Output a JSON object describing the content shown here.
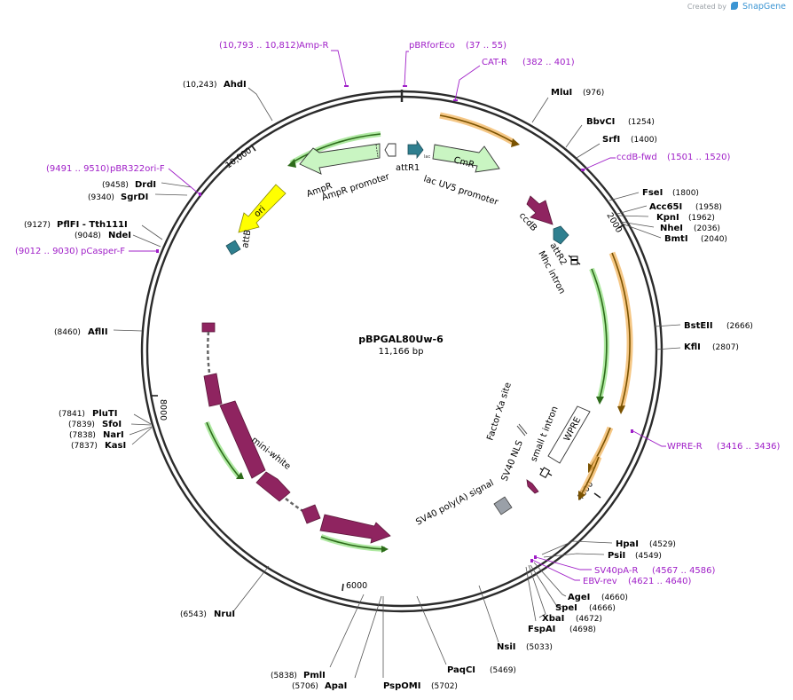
{
  "credit": {
    "created_by": "Created by",
    "brand": "SnapGene",
    "icon": "snapgene-logo-icon"
  },
  "plasmid": {
    "name": "pBPGAL80Uw-6",
    "length_label": "11,166 bp",
    "length": 11166
  },
  "colors": {
    "primer": "#a020c8",
    "backbone": "#2b2b2b",
    "magenta_feature": "#8f2460",
    "teal_feature": "#2f7f8f",
    "ori": "#ffff00",
    "orange_glow": "#f2b45c",
    "green_glow": "#8de07a"
  },
  "ticks": [
    {
      "label": "2000",
      "bp": 2000
    },
    {
      "label": "4000",
      "bp": 4000
    },
    {
      "label": "6000",
      "bp": 6000
    },
    {
      "label": "8000",
      "bp": 8000
    },
    {
      "label": "10,000",
      "bp": 10000
    }
  ],
  "sites": [
    {
      "name": "AhdI",
      "pos": "(10,243)"
    },
    {
      "name": "MluI",
      "pos": "(976)"
    },
    {
      "name": "BbvCI",
      "pos": "(1254)"
    },
    {
      "name": "SrfI",
      "pos": "(1400)"
    },
    {
      "name": "FseI",
      "pos": "(1800)"
    },
    {
      "name": "Acc65I",
      "pos": "(1958)"
    },
    {
      "name": "KpnI",
      "pos": "(1962)"
    },
    {
      "name": "NheI",
      "pos": "(2036)"
    },
    {
      "name": "BmtI",
      "pos": "(2040)"
    },
    {
      "name": "BstEII",
      "pos": "(2666)"
    },
    {
      "name": "KflI",
      "pos": "(2807)"
    },
    {
      "name": "HpaI",
      "pos": "(4529)"
    },
    {
      "name": "PsiI",
      "pos": "(4549)"
    },
    {
      "name": "AgeI",
      "pos": "(4660)"
    },
    {
      "name": "SpeI",
      "pos": "(4666)"
    },
    {
      "name": "XbaI",
      "pos": "(4672)"
    },
    {
      "name": "FspAI",
      "pos": "(4698)"
    },
    {
      "name": "NsiI",
      "pos": "(5033)"
    },
    {
      "name": "PaqCI",
      "pos": "(5469)"
    },
    {
      "name": "PspOMI",
      "pos": "(5702)"
    },
    {
      "name": "ApaI",
      "pos": "(5706)"
    },
    {
      "name": "PmlI",
      "pos": "(5838)"
    },
    {
      "name": "NruI",
      "pos": "(6543)"
    },
    {
      "name": "KasI",
      "pos": "(7837)"
    },
    {
      "name": "NarI",
      "pos": "(7838)"
    },
    {
      "name": "SfoI",
      "pos": "(7839)"
    },
    {
      "name": "PluTI",
      "pos": "(7841)"
    },
    {
      "name": "AflII",
      "pos": "(8460)"
    },
    {
      "name": "NdeI",
      "pos": "(9048)"
    },
    {
      "name": "PflFI - Tth111I",
      "pos": "(9127)"
    },
    {
      "name": "SgrDI",
      "pos": "(9340)"
    },
    {
      "name": "DrdI",
      "pos": "(9458)"
    }
  ],
  "primers": [
    {
      "name": "Amp-R",
      "range": "(10,793 .. 10,812)"
    },
    {
      "name": "pBRforEco",
      "range": "(37 .. 55)"
    },
    {
      "name": "CAT-R",
      "range": "(382 .. 401)"
    },
    {
      "name": "ccdB-fwd",
      "range": "(1501 .. 1520)"
    },
    {
      "name": "WPRE-R",
      "range": "(3416 .. 3436)"
    },
    {
      "name": "SV40pA-R",
      "range": "(4567 .. 4586)"
    },
    {
      "name": "EBV-rev",
      "range": "(4621 .. 4640)"
    },
    {
      "name": "pCasper-F",
      "range": "(9012 .. 9030)"
    },
    {
      "name": "pBR322ori-F",
      "range": "(9491 .. 9510)"
    }
  ],
  "features": {
    "ampr": "AmpR",
    "ampr_promoter": "AmpR promoter",
    "ori": "ori",
    "attb": "attB",
    "attr1": "attR1",
    "cmr": "CmR",
    "lac_uv5": "lac UV5 promoter",
    "ccdb": "ccdB",
    "attr2": "attR2",
    "mhc_intron": "Mhc intron",
    "factor_xa": "Factor Xa site",
    "small_t_intron": "small t intron",
    "wpre": "WPRE",
    "sv40_nls": "SV40 NLS",
    "sv40_polya": "SV40 poly(A) signal",
    "mini_white": "mini-white"
  }
}
